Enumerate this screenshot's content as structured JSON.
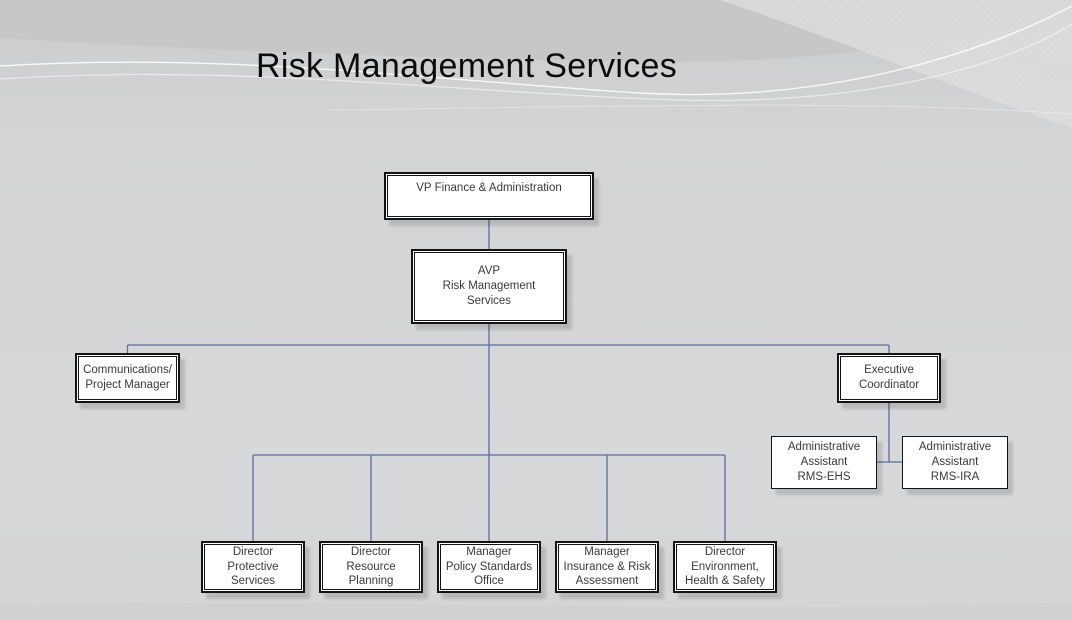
{
  "title": "Risk Management Services",
  "colors": {
    "connector": "#5b6d9e",
    "box_border": "#141414",
    "box_fill": "#ffffff",
    "box_text": "#3a3a3a",
    "title_text": "#0c0c0c",
    "background": "#d2d3d5"
  },
  "nodes": {
    "vp": {
      "lines": [
        "VP Finance & Administration"
      ]
    },
    "avp": {
      "lines": [
        "AVP",
        "Risk Management",
        "Services"
      ]
    },
    "comm": {
      "lines": [
        "Communications/",
        "Project Manager"
      ]
    },
    "exec": {
      "lines": [
        "Executive",
        "Coordinator"
      ]
    },
    "aa_ehs": {
      "lines": [
        "Administrative",
        "Assistant",
        "RMS-EHS"
      ]
    },
    "aa_ira": {
      "lines": [
        "Administrative",
        "Assistant",
        "RMS-IRA"
      ]
    },
    "dir_prot": {
      "lines": [
        "Director",
        "Protective",
        "Services"
      ]
    },
    "dir_res": {
      "lines": [
        "Director",
        "Resource",
        "Planning"
      ]
    },
    "mgr_pol": {
      "lines": [
        "Manager",
        "Policy Standards",
        "Office"
      ]
    },
    "mgr_ins": {
      "lines": [
        "Manager",
        "Insurance & Risk",
        "Assessment"
      ]
    },
    "dir_env": {
      "lines": [
        "Director",
        "Environment,",
        "Health & Safety"
      ]
    }
  },
  "hierarchy": [
    {
      "parent": "VP Finance & Administration",
      "child": "AVP Risk Management Services"
    },
    {
      "parent": "AVP Risk Management Services",
      "child": "Communications/Project Manager"
    },
    {
      "parent": "AVP Risk Management Services",
      "child": "Executive Coordinator"
    },
    {
      "parent": "Executive Coordinator",
      "child": "Administrative Assistant RMS-EHS"
    },
    {
      "parent": "Executive Coordinator",
      "child": "Administrative Assistant RMS-IRA"
    },
    {
      "parent": "AVP Risk Management Services",
      "child": "Director Protective Services"
    },
    {
      "parent": "AVP Risk Management Services",
      "child": "Director Resource Planning"
    },
    {
      "parent": "AVP Risk Management Services",
      "child": "Manager Policy Standards Office"
    },
    {
      "parent": "AVP Risk Management Services",
      "child": "Manager Insurance & Risk Assessment"
    },
    {
      "parent": "AVP Risk Management Services",
      "child": "Director Environment, Health & Safety"
    }
  ]
}
